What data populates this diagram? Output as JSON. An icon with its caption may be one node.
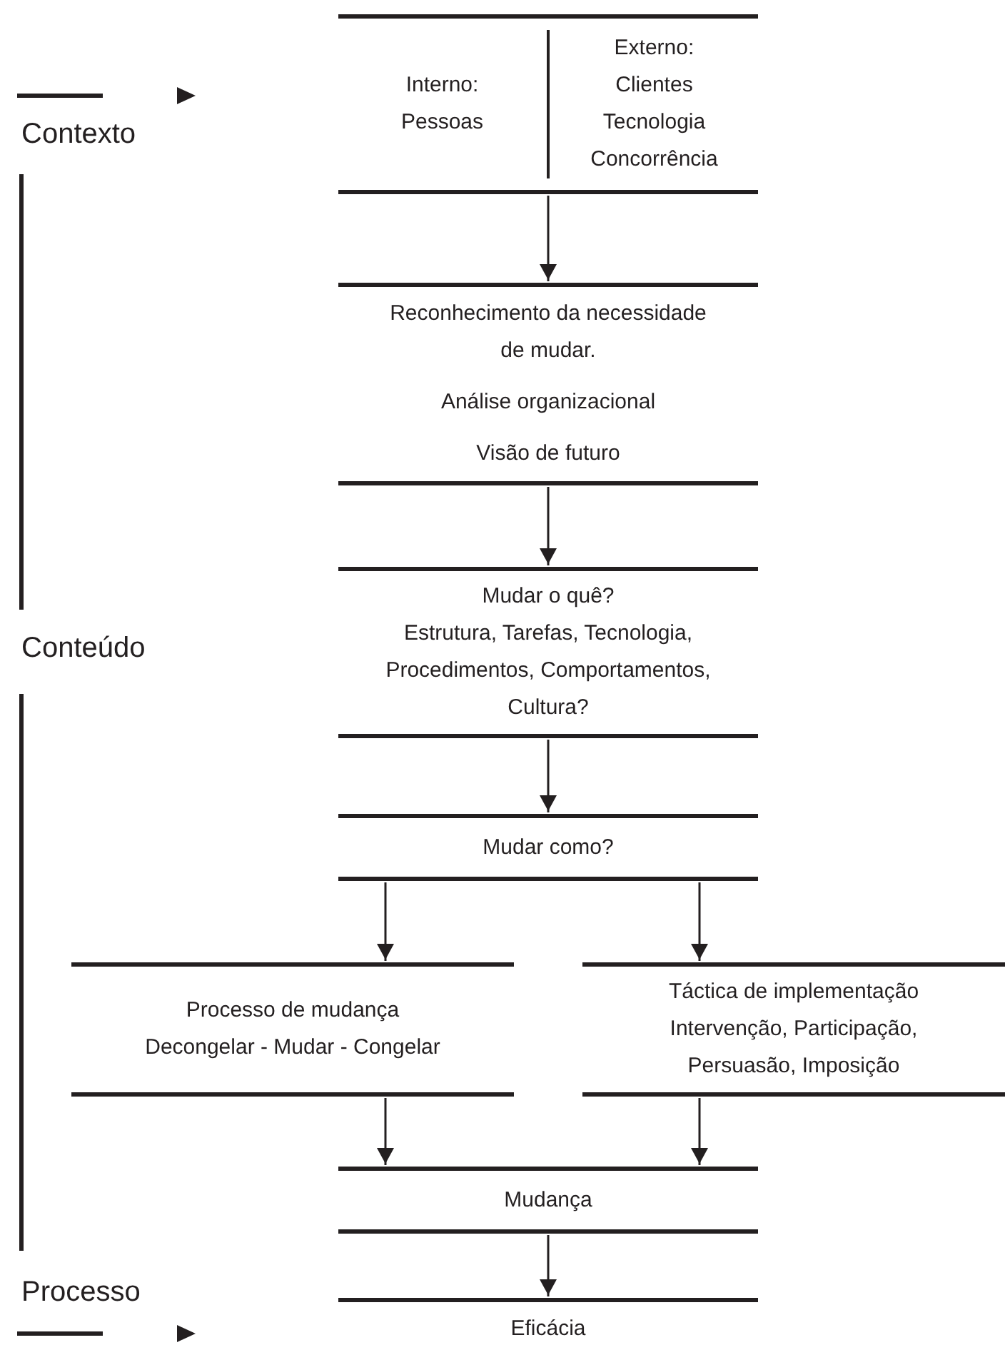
{
  "diagram": {
    "nodes": [
      {
        "text": [
          "Interno: Pessoas",
          "Externo: Clientes Tecnologia Concorrência"
        ]
      },
      {
        "text": [
          "Reconhecimento da necessidade de mudar.",
          "Análise organizacional",
          "Visão de futuro"
        ]
      },
      {
        "text": [
          "Mudar o quê?",
          "Estrutura, Tarefas, Tecnologia, Procedimentos, Comportamentos, Cultura?"
        ]
      },
      {
        "text": [
          "Mudar como?"
        ]
      },
      {
        "text": [
          "Processo de mudança",
          "Decongelar - Mudar - Congelar"
        ]
      },
      {
        "text": [
          "Táctica de implementação",
          "Intervenção, Participação, Persuasão, Imposição"
        ]
      },
      {
        "text": [
          "Mudança"
        ]
      },
      {
        "text": [
          "Eficácia"
        ]
      }
    ],
    "edges": [
      {
        "from": 0,
        "to": 1,
        "arrow": "to"
      },
      {
        "from": 1,
        "to": 2,
        "arrow": "to"
      },
      {
        "from": 2,
        "to": 3,
        "arrow": "to"
      },
      {
        "from": 3,
        "to": 4,
        "arrow": "to"
      },
      {
        "from": 3,
        "to": 5,
        "arrow": "to"
      },
      {
        "from": 4,
        "to": 6,
        "arrow": "to"
      },
      {
        "from": 5,
        "to": 6,
        "arrow": "to"
      },
      {
        "from": 6,
        "to": 7,
        "arrow": "to"
      }
    ],
    "labels": [
      "Contexto",
      "Conteúdo",
      "Processo"
    ]
  }
}
